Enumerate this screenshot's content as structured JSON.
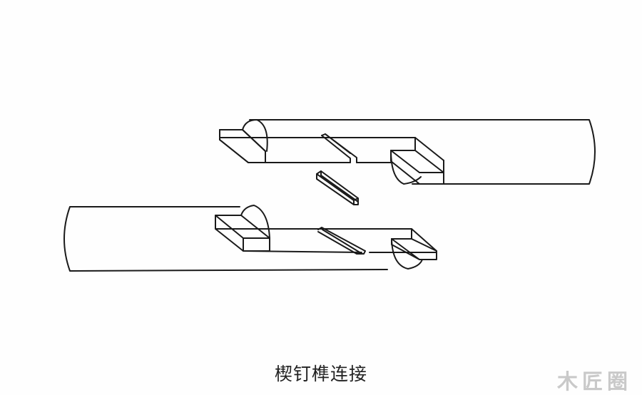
{
  "diagram": {
    "title": "楔钉榫连接",
    "watermark": "木匠圈",
    "colors": {
      "background": "#fefefe",
      "line": "#1a1a1a",
      "caption": "#222222",
      "watermark": "#c9c9c9"
    },
    "parts": [
      {
        "name": "upper-timber",
        "description": "upper round timber with half-lap end, tenon blocks and wedge slot"
      },
      {
        "name": "wedge-pin",
        "description": "separate slanted wedge pin (楔钉) between the two timbers"
      },
      {
        "name": "lower-timber",
        "description": "lower round timber with half-lap end, tenon blocks and wedge slot"
      }
    ]
  }
}
